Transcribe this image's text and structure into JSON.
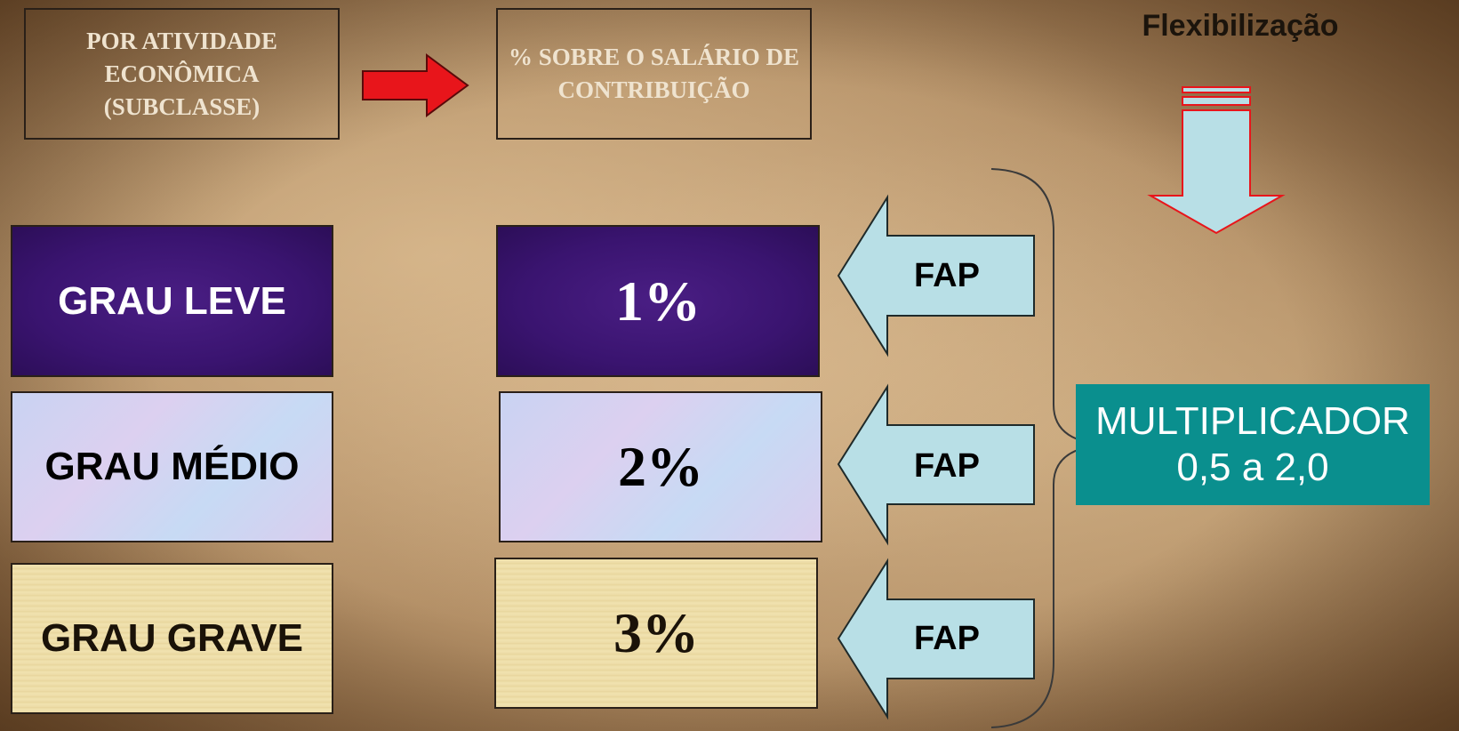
{
  "header_left": "POR ATIVIDADE ECONÔMICA (SUBCLASSE)",
  "header_right": "% SOBRE O SALÁRIO  DE CONTRIBUIÇÃO",
  "flexibilizacao": "Flexibilização",
  "rows": [
    {
      "grau": "GRAU LEVE",
      "pct": "1%",
      "fap": "FAP"
    },
    {
      "grau": "GRAU MÉDIO",
      "pct": "2%",
      "fap": "FAP"
    },
    {
      "grau": "GRAU GRAVE",
      "pct": "3%",
      "fap": "FAP"
    }
  ],
  "multiplicador": {
    "line1": "MULTIPLICADOR",
    "line2": "0,5 a 2,0"
  },
  "colors": {
    "purple": "#3a1470",
    "lilac": "#cdd6f2",
    "tan": "#ecdba5",
    "teal": "#0a8f8e",
    "light_blue_arrow": "#b8dfe6",
    "red_arrow": "#e8151b"
  }
}
